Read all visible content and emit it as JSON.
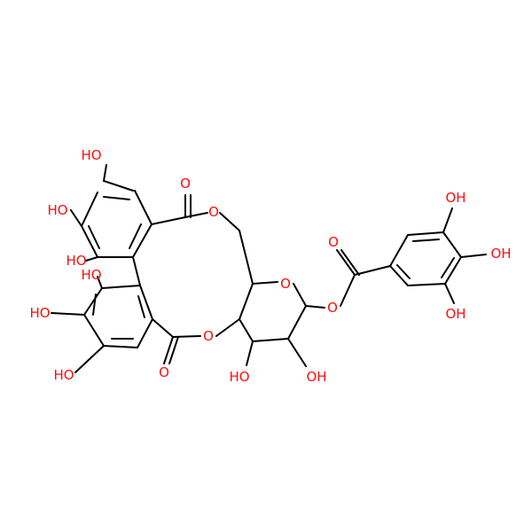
{
  "colors": {
    "bond": "#000000",
    "oxygen": "#ff0d0d",
    "background": "#ffffff"
  },
  "labels": {
    "oh_a": "HO",
    "oh_b": "HO",
    "oh_c": "HO",
    "oh_d": "HO",
    "oh_e": "HO",
    "oh_f": "HO",
    "oh_g": "HO",
    "oh_h": "OH",
    "oh_i": "OH",
    "oh_j": "OH",
    "oh_k": "OH",
    "o_carbonyl_top": "O",
    "o_ester_top": "O",
    "o_ester_bottom": "O",
    "o_carbonyl_bottom": "O",
    "o_ring": "O",
    "o_glycosidic": "O",
    "o_carbonyl_galloyl": "O"
  }
}
